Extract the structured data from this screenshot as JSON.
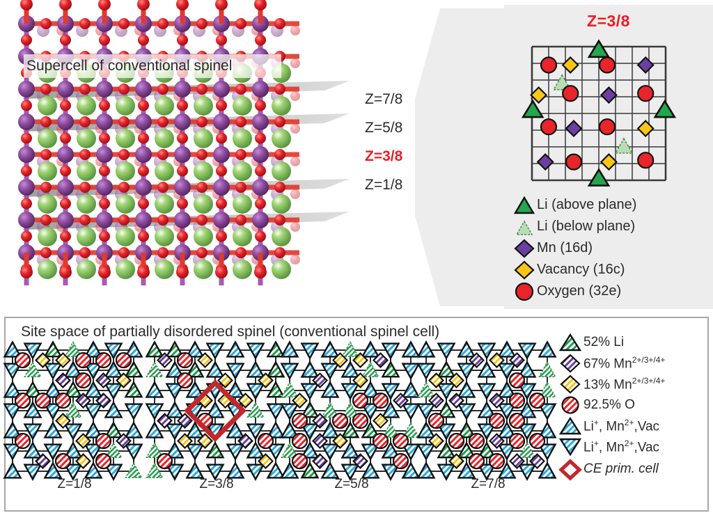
{
  "structure": {
    "title": "Supercell of conventional spinel",
    "plane_labels": [
      {
        "text": "Z=7/8",
        "highlight": false
      },
      {
        "text": "Z=5/8",
        "highlight": false
      },
      {
        "text": "Z=3/8",
        "highlight": true
      },
      {
        "text": "Z=1/8",
        "highlight": false
      }
    ],
    "atom_colors": {
      "li": "#7dc24b",
      "mn": "#8f4da0",
      "o": "#e8252b"
    }
  },
  "detail": {
    "title": "Z=3/8",
    "accent_color": "#ed1c24",
    "background": "#ededed",
    "grid": {
      "rows": 8,
      "cols": 8,
      "symbols": [
        {
          "type": "triangle-up-green",
          "col": 3.5,
          "row": -0.3
        },
        {
          "type": "circle-red",
          "col": 0.5,
          "row": 0.6
        },
        {
          "type": "diamond-gold",
          "col": 1.8,
          "row": 0.6
        },
        {
          "type": "circle-red",
          "col": 4.0,
          "row": 0.6
        },
        {
          "type": "diamond-purple",
          "col": 6.3,
          "row": 0.6
        },
        {
          "type": "triangle-up-lightgreen",
          "col": 1.3,
          "row": 1.7
        },
        {
          "type": "diamond-gold",
          "col": -0.1,
          "row": 2.4
        },
        {
          "type": "circle-red",
          "col": 1.8,
          "row": 2.3
        },
        {
          "type": "diamond-purple",
          "col": 4.1,
          "row": 2.4
        },
        {
          "type": "circle-red",
          "col": 6.3,
          "row": 2.3
        },
        {
          "type": "triangle-up-green",
          "col": -0.45,
          "row": 3.3
        },
        {
          "type": "triangle-up-green",
          "col": 7.45,
          "row": 3.3
        },
        {
          "type": "circle-red",
          "col": 0.5,
          "row": 4.3
        },
        {
          "type": "diamond-purple",
          "col": 2.0,
          "row": 4.4
        },
        {
          "type": "circle-red",
          "col": 4.0,
          "row": 4.3
        },
        {
          "type": "diamond-gold",
          "col": 6.3,
          "row": 4.4
        },
        {
          "type": "triangle-up-lightgreen",
          "col": 5.0,
          "row": 5.5
        },
        {
          "type": "diamond-purple",
          "col": 0.3,
          "row": 6.4
        },
        {
          "type": "circle-red",
          "col": 2.0,
          "row": 6.4
        },
        {
          "type": "diamond-gold",
          "col": 4.1,
          "row": 6.4
        },
        {
          "type": "circle-red",
          "col": 6.3,
          "row": 6.3
        },
        {
          "type": "triangle-up-green",
          "col": 3.5,
          "row": 7.4
        }
      ]
    },
    "legend": [
      {
        "symbol": "triangle-up-green",
        "label": "Li (above plane)"
      },
      {
        "symbol": "triangle-up-lightgreen",
        "label": "Li (below plane)"
      },
      {
        "symbol": "diamond-purple",
        "label": "Mn (16d)"
      },
      {
        "symbol": "diamond-gold",
        "label": "Vacancy (16c)"
      },
      {
        "symbol": "circle-red",
        "label": "Oxygen (32e)"
      }
    ]
  },
  "bottom": {
    "title": "Site space of partially disordered spinel (conventional spinel cell)",
    "ce_cell_color": "#c0282d",
    "panels": [
      {
        "caption": "Z=1/8",
        "ce_cell": false
      },
      {
        "caption": "Z=3/8",
        "ce_cell": true
      },
      {
        "caption": "Z=5/8",
        "ce_cell": false
      },
      {
        "caption": "Z=7/8",
        "ce_cell": false
      }
    ],
    "legend": [
      {
        "symbol": "triangle-up-hatch-green",
        "label": "52% Li",
        "sup": ""
      },
      {
        "symbol": "diamond-hatch-purple",
        "label": "67% Mn",
        "sup": "2+/3+/4+"
      },
      {
        "symbol": "diamond-hatch-gold",
        "label": "13% Mn",
        "sup": "2+/3+/4+"
      },
      {
        "symbol": "circle-hatch-red",
        "label": "92.5% O",
        "sup": ""
      },
      {
        "symbol": "triangle-up-hatch-blue",
        "label": "Li+, Mn2+,Vac",
        "sup": ""
      },
      {
        "symbol": "triangle-down-hatch-blue",
        "label": "Li+, Mn2+,Vac",
        "sup": ""
      },
      {
        "symbol": "diamond-outline-red",
        "label": "CE prim. cell",
        "sup": ""
      }
    ]
  }
}
